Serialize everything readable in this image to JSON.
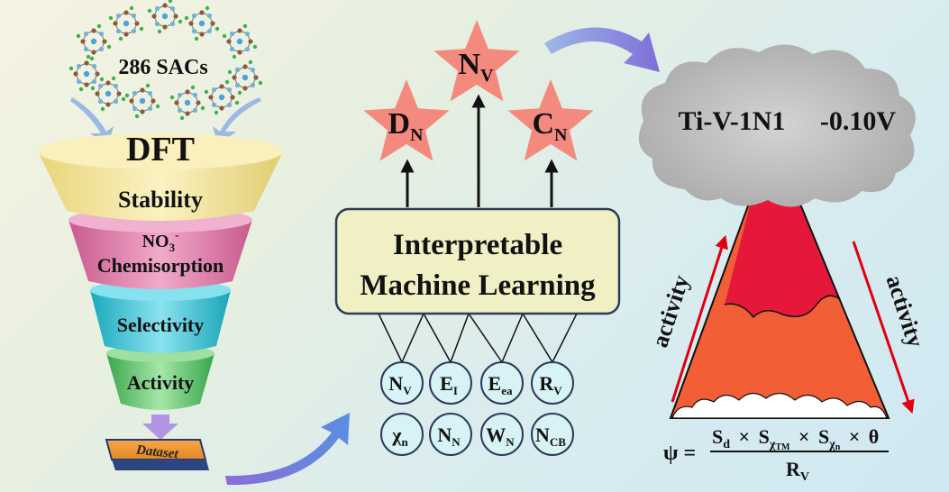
{
  "sacs_label": "286 SACs",
  "funnel": {
    "top": "DFT",
    "stages": [
      "Stability",
      "NO",
      "Chemisorption",
      "Selectivity",
      "Activity"
    ],
    "no3_sub": "3",
    "no3_sup": "-",
    "dataset": "Dataset"
  },
  "ml": {
    "line1": "Interpretable",
    "line2": "Machine Learning"
  },
  "outputs": {
    "dn_main": "D",
    "dn_sub": "N",
    "nv_main": "N",
    "nv_sub": "V",
    "cn_main": "C",
    "cn_sub": "N"
  },
  "features": [
    {
      "main": "N",
      "sub": "V"
    },
    {
      "main": "E",
      "sub": "I"
    },
    {
      "main": "E",
      "sub": "ea"
    },
    {
      "main": "R",
      "sub": "V"
    },
    {
      "main": "χ",
      "sub": "n"
    },
    {
      "main": "N",
      "sub": "N"
    },
    {
      "main": "W",
      "sub": "N"
    },
    {
      "main": "N",
      "sub": "CB"
    }
  ],
  "result": {
    "catalyst": "Ti-V-1N1",
    "potential": "-0.10V"
  },
  "volcano": {
    "left_label": "activity",
    "right_label": "activity"
  },
  "formula": {
    "lhs": "ψ =",
    "numerator_S1": "S",
    "numerator_S1_sub": "d",
    "times": "×",
    "numerator_S2": "S",
    "numerator_S2_sub": "χ",
    "numerator_S2_subsub": "TM",
    "numerator_S3": "S",
    "numerator_S3_sub": "χ",
    "numerator_S3_subsub": "n",
    "theta": "θ",
    "denominator": "R",
    "denominator_sub": "V"
  },
  "colors": {
    "star": "#f4897e",
    "funnel_top": "#f0e29a",
    "funnel_pink": "#e27aa8",
    "funnel_cyan": "#35c4d6",
    "funnel_green": "#5cc46a",
    "volcano_top": "#e5183a",
    "volcano_bottom": "#f25e35",
    "ml_box": "#f0f0c4",
    "feature_fill": "#d7f3f5",
    "cloud": "#bbbbbb"
  }
}
